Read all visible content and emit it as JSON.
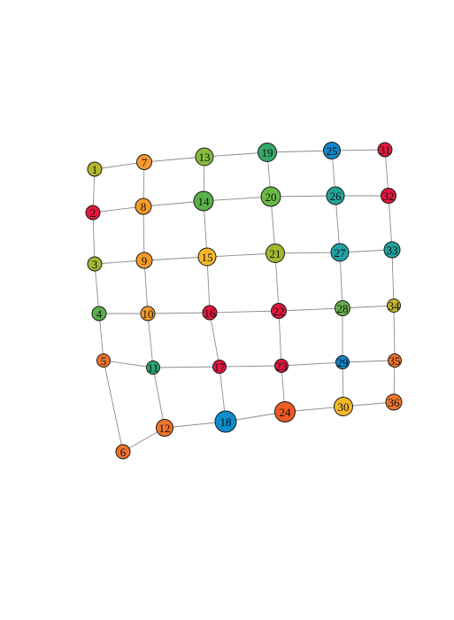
{
  "graph": {
    "nodes": [
      {
        "id": "1",
        "color": "#b5b82c"
      },
      {
        "id": "2",
        "color": "#e3173f"
      },
      {
        "id": "3",
        "color": "#a0ba2f"
      },
      {
        "id": "4",
        "color": "#5bb04a"
      },
      {
        "id": "5",
        "color": "#f0742b"
      },
      {
        "id": "6",
        "color": "#f0742b"
      },
      {
        "id": "7",
        "color": "#f59b2b"
      },
      {
        "id": "8",
        "color": "#f59b2b"
      },
      {
        "id": "9",
        "color": "#f59b2b"
      },
      {
        "id": "10",
        "color": "#f59b2b"
      },
      {
        "id": "11",
        "color": "#2aa36f"
      },
      {
        "id": "12",
        "color": "#f0742b"
      },
      {
        "id": "13",
        "color": "#86bb3c"
      },
      {
        "id": "14",
        "color": "#5bb04a"
      },
      {
        "id": "15",
        "color": "#f5b82a"
      },
      {
        "id": "16",
        "color": "#e3173f"
      },
      {
        "id": "17",
        "color": "#e3173f"
      },
      {
        "id": "18",
        "color": "#0c8ccd"
      },
      {
        "id": "19",
        "color": "#35a867"
      },
      {
        "id": "20",
        "color": "#6ab845"
      },
      {
        "id": "21",
        "color": "#a0ba2f"
      },
      {
        "id": "22",
        "color": "#e3173f"
      },
      {
        "id": "23",
        "color": "#e3173f"
      },
      {
        "id": "24",
        "color": "#f05a24"
      },
      {
        "id": "25",
        "color": "#1486c9"
      },
      {
        "id": "26",
        "color": "#22a19a"
      },
      {
        "id": "27",
        "color": "#22a1a6"
      },
      {
        "id": "28",
        "color": "#6aae4c"
      },
      {
        "id": "29",
        "color": "#1486c9"
      },
      {
        "id": "30",
        "color": "#f5b82a"
      },
      {
        "id": "31",
        "color": "#e3173f"
      },
      {
        "id": "32",
        "color": "#e3173f"
      },
      {
        "id": "33",
        "color": "#22a19a"
      },
      {
        "id": "34",
        "color": "#c2b52c"
      },
      {
        "id": "35",
        "color": "#f0742b"
      },
      {
        "id": "36",
        "color": "#f0742b"
      }
    ],
    "edges": [
      [
        "1",
        "2"
      ],
      [
        "2",
        "3"
      ],
      [
        "3",
        "4"
      ],
      [
        "4",
        "5"
      ],
      [
        "5",
        "6"
      ],
      [
        "7",
        "8"
      ],
      [
        "8",
        "9"
      ],
      [
        "9",
        "10"
      ],
      [
        "10",
        "11"
      ],
      [
        "11",
        "12"
      ],
      [
        "13",
        "14"
      ],
      [
        "14",
        "15"
      ],
      [
        "15",
        "16"
      ],
      [
        "16",
        "17"
      ],
      [
        "17",
        "18"
      ],
      [
        "19",
        "20"
      ],
      [
        "20",
        "21"
      ],
      [
        "21",
        "22"
      ],
      [
        "22",
        "23"
      ],
      [
        "23",
        "24"
      ],
      [
        "25",
        "26"
      ],
      [
        "26",
        "27"
      ],
      [
        "27",
        "28"
      ],
      [
        "28",
        "29"
      ],
      [
        "29",
        "30"
      ],
      [
        "31",
        "32"
      ],
      [
        "32",
        "33"
      ],
      [
        "33",
        "34"
      ],
      [
        "34",
        "35"
      ],
      [
        "35",
        "36"
      ],
      [
        "1",
        "7"
      ],
      [
        "7",
        "13"
      ],
      [
        "13",
        "19"
      ],
      [
        "19",
        "25"
      ],
      [
        "25",
        "31"
      ],
      [
        "2",
        "8"
      ],
      [
        "8",
        "14"
      ],
      [
        "14",
        "20"
      ],
      [
        "20",
        "26"
      ],
      [
        "26",
        "32"
      ],
      [
        "3",
        "9"
      ],
      [
        "9",
        "15"
      ],
      [
        "15",
        "21"
      ],
      [
        "21",
        "27"
      ],
      [
        "27",
        "33"
      ],
      [
        "4",
        "10"
      ],
      [
        "10",
        "16"
      ],
      [
        "16",
        "22"
      ],
      [
        "22",
        "28"
      ],
      [
        "28",
        "34"
      ],
      [
        "5",
        "11"
      ],
      [
        "11",
        "17"
      ],
      [
        "17",
        "23"
      ],
      [
        "23",
        "29"
      ],
      [
        "29",
        "35"
      ],
      [
        "6",
        "12"
      ],
      [
        "12",
        "18"
      ],
      [
        "18",
        "24"
      ],
      [
        "24",
        "30"
      ],
      [
        "30",
        "36"
      ]
    ]
  }
}
